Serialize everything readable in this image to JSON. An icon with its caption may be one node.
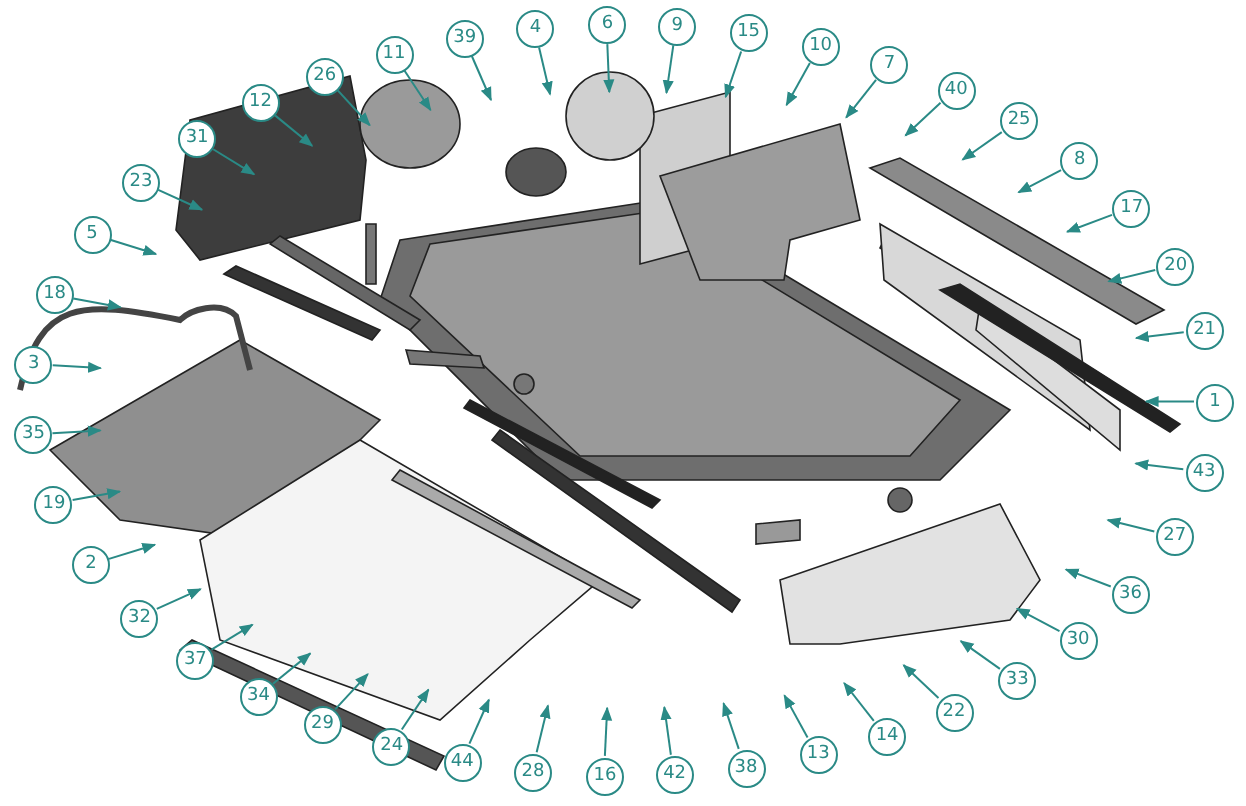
{
  "diagram": {
    "nodes": [
      {
        "text": [
          "6"
        ]
      },
      {
        "text": [
          "39"
        ]
      },
      {
        "text": [
          "10"
        ]
      },
      {
        "text": [
          "7"
        ]
      },
      {
        "text": [
          "15"
        ]
      },
      {
        "text": [
          "40"
        ]
      },
      {
        "text": [
          "9"
        ]
      },
      {
        "text": [
          "25"
        ]
      },
      {
        "text": [
          "4"
        ]
      },
      {
        "text": [
          "11"
        ]
      },
      {
        "text": [
          "12"
        ]
      },
      {
        "text": [
          "26"
        ]
      },
      {
        "text": [
          "31"
        ]
      },
      {
        "text": [
          "17"
        ]
      },
      {
        "text": [
          "23"
        ]
      },
      {
        "text": [
          "8"
        ]
      },
      {
        "text": [
          "21"
        ]
      },
      {
        "text": [
          "20"
        ]
      },
      {
        "text": [
          "1"
        ]
      },
      {
        "text": [
          "5"
        ]
      },
      {
        "text": [
          "3"
        ]
      },
      {
        "text": [
          "18"
        ]
      },
      {
        "text": [
          "43"
        ]
      },
      {
        "text": [
          "27"
        ]
      },
      {
        "text": [
          "35"
        ]
      },
      {
        "text": [
          "19"
        ]
      },
      {
        "text": [
          "36"
        ]
      },
      {
        "text": [
          "30"
        ]
      },
      {
        "text": [
          "14"
        ]
      },
      {
        "text": [
          "22"
        ]
      },
      {
        "text": [
          "13"
        ]
      },
      {
        "text": [
          "33"
        ]
      },
      {
        "text": [
          "42"
        ]
      },
      {
        "text": [
          "28"
        ]
      },
      {
        "text": [
          "38"
        ]
      },
      {
        "text": [
          "2"
        ]
      },
      {
        "text": [
          "16"
        ]
      },
      {
        "text": [
          "29"
        ]
      },
      {
        "text": [
          "34"
        ]
      },
      {
        "text": [
          "37"
        ]
      },
      {
        "text": [
          "24"
        ]
      },
      {
        "text": [
          "44"
        ]
      },
      {
        "text": [
          "32"
        ]
      }
    ],
    "edges": [
      {
        "from": 0,
        "to": null,
        "arrow": "to"
      },
      {
        "from": 1,
        "to": null,
        "arrow": "to"
      },
      {
        "from": 2,
        "to": null,
        "arrow": "to"
      },
      {
        "from": 3,
        "to": null,
        "arrow": "to"
      },
      {
        "from": 4,
        "to": null,
        "arrow": "to"
      },
      {
        "from": 5,
        "to": null,
        "arrow": "to"
      },
      {
        "from": 6,
        "to": null,
        "arrow": "to"
      },
      {
        "from": 7,
        "to": null,
        "arrow": "to"
      },
      {
        "from": 8,
        "to": null,
        "arrow": "to"
      },
      {
        "from": 9,
        "to": null,
        "arrow": "to"
      },
      {
        "from": 10,
        "to": null,
        "arrow": "to"
      },
      {
        "from": 11,
        "to": null,
        "arrow": "to"
      },
      {
        "from": 12,
        "to": null,
        "arrow": "to"
      },
      {
        "from": 13,
        "to": null,
        "arrow": "to"
      },
      {
        "from": 14,
        "to": null,
        "arrow": "to"
      },
      {
        "from": 15,
        "to": null,
        "arrow": "to"
      },
      {
        "from": 16,
        "to": null,
        "arrow": "to"
      },
      {
        "from": 17,
        "to": null,
        "arrow": "to"
      },
      {
        "from": 18,
        "to": null,
        "arrow": "to"
      },
      {
        "from": 19,
        "to": null,
        "arrow": "to"
      },
      {
        "from": 20,
        "to": null,
        "arrow": "to"
      },
      {
        "from": 21,
        "to": null,
        "arrow": "to"
      },
      {
        "from": 22,
        "to": null,
        "arrow": "to"
      },
      {
        "from": 23,
        "to": null,
        "arrow": "to"
      },
      {
        "from": 24,
        "to": null,
        "arrow": "to"
      },
      {
        "from": 25,
        "to": null,
        "arrow": "to"
      },
      {
        "from": 26,
        "to": null,
        "arrow": "to"
      },
      {
        "from": 27,
        "to": null,
        "arrow": "to"
      },
      {
        "from": 28,
        "to": null,
        "arrow": "to"
      },
      {
        "from": 29,
        "to": null,
        "arrow": "to"
      },
      {
        "from": 30,
        "to": null,
        "arrow": "to"
      },
      {
        "from": 31,
        "to": null,
        "arrow": "to"
      },
      {
        "from": 32,
        "to": null,
        "arrow": "to"
      },
      {
        "from": 33,
        "to": null,
        "arrow": "to"
      },
      {
        "from": 34,
        "to": null,
        "arrow": "to"
      },
      {
        "from": 35,
        "to": null,
        "arrow": "to"
      },
      {
        "from": 36,
        "to": null,
        "arrow": "to"
      },
      {
        "from": 37,
        "to": null,
        "arrow": "to"
      },
      {
        "from": 38,
        "to": null,
        "arrow": "to"
      },
      {
        "from": 39,
        "to": null,
        "arrow": "to"
      },
      {
        "from": 40,
        "to": null,
        "arrow": "to"
      },
      {
        "from": 41,
        "to": null,
        "arrow": "to"
      },
      {
        "from": 42,
        "to": null,
        "arrow": "to"
      }
    ]
  }
}
